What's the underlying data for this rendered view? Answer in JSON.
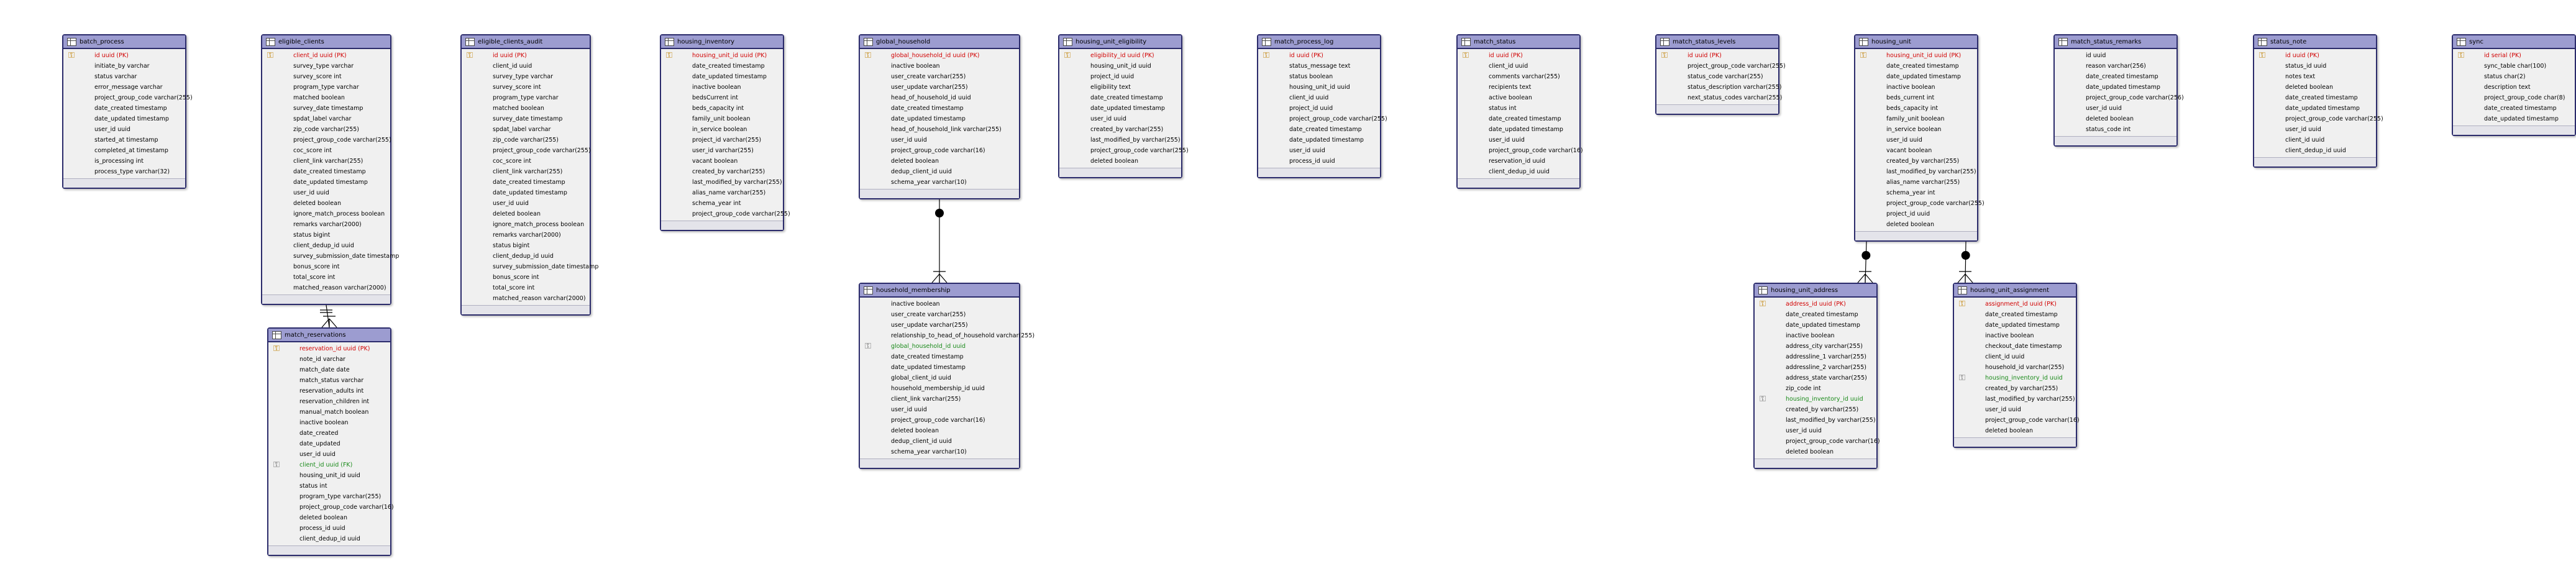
{
  "tables": [
    {
      "id": "batch_process",
      "name": "batch_process",
      "columns": [
        {
          "text": "id uuid (PK)",
          "kind": "pk"
        },
        {
          "text": "initiate_by varchar"
        },
        {
          "text": "status varchar"
        },
        {
          "text": "error_message varchar"
        },
        {
          "text": "project_group_code varchar(255)"
        },
        {
          "text": "date_created timestamp"
        },
        {
          "text": "date_updated timestamp"
        },
        {
          "text": "user_id uuid"
        },
        {
          "text": "started_at timestamp"
        },
        {
          "text": "completed_at timestamp"
        },
        {
          "text": "is_processing int"
        },
        {
          "text": "process_type varchar(32)"
        }
      ]
    },
    {
      "id": "eligible_clients",
      "name": "eligible_clients",
      "columns": [
        {
          "text": "client_id uuid (PK)",
          "kind": "pk"
        },
        {
          "text": "survey_type varchar"
        },
        {
          "text": "survey_score int"
        },
        {
          "text": "program_type varchar"
        },
        {
          "text": "matched boolean"
        },
        {
          "text": "survey_date timestamp"
        },
        {
          "text": "spdat_label varchar"
        },
        {
          "text": "zip_code varchar(255)"
        },
        {
          "text": "project_group_code varchar(255)"
        },
        {
          "text": "coc_score int"
        },
        {
          "text": "client_link varchar(255)"
        },
        {
          "text": "date_created timestamp"
        },
        {
          "text": "date_updated timestamp"
        },
        {
          "text": "user_id uuid"
        },
        {
          "text": "deleted boolean"
        },
        {
          "text": "ignore_match_process boolean"
        },
        {
          "text": "remarks varchar(2000)"
        },
        {
          "text": "status bigint"
        },
        {
          "text": "client_dedup_id uuid"
        },
        {
          "text": "survey_submission_date timestamp"
        },
        {
          "text": "bonus_score int"
        },
        {
          "text": "total_score int"
        },
        {
          "text": "matched_reason varchar(2000)"
        }
      ]
    },
    {
      "id": "eligible_clients_audit",
      "name": "eligible_clients_audit",
      "columns": [
        {
          "text": "id uuid (PK)",
          "kind": "pk"
        },
        {
          "text": "client_id uuid"
        },
        {
          "text": "survey_type varchar"
        },
        {
          "text": "survey_score int"
        },
        {
          "text": "program_type varchar"
        },
        {
          "text": "matched boolean"
        },
        {
          "text": "survey_date timestamp"
        },
        {
          "text": "spdat_label varchar"
        },
        {
          "text": "zip_code varchar(255)"
        },
        {
          "text": "project_group_code varchar(255)"
        },
        {
          "text": "coc_score int"
        },
        {
          "text": "client_link varchar(255)"
        },
        {
          "text": "date_created timestamp"
        },
        {
          "text": "date_updated timestamp"
        },
        {
          "text": "user_id uuid"
        },
        {
          "text": "deleted boolean"
        },
        {
          "text": "ignore_match_process boolean"
        },
        {
          "text": "remarks varchar(2000)"
        },
        {
          "text": "status bigint"
        },
        {
          "text": "client_dedup_id uuid"
        },
        {
          "text": "survey_submission_date timestamp"
        },
        {
          "text": "bonus_score int"
        },
        {
          "text": "total_score int"
        },
        {
          "text": "matched_reason varchar(2000)"
        }
      ]
    },
    {
      "id": "housing_inventory",
      "name": "housing_inventory",
      "columns": [
        {
          "text": "housing_unit_id uuid (PK)",
          "kind": "pk"
        },
        {
          "text": "date_created timestamp"
        },
        {
          "text": "date_updated timestamp"
        },
        {
          "text": "inactive boolean"
        },
        {
          "text": "bedsCurrent int"
        },
        {
          "text": "beds_capacity int"
        },
        {
          "text": "family_unit boolean"
        },
        {
          "text": "in_service boolean"
        },
        {
          "text": "project_id varchar(255)"
        },
        {
          "text": "user_id varchar(255)"
        },
        {
          "text": "vacant boolean"
        },
        {
          "text": "created_by varchar(255)"
        },
        {
          "text": "last_modified_by varchar(255)"
        },
        {
          "text": "alias_name varchar(255)"
        },
        {
          "text": "schema_year int"
        },
        {
          "text": "project_group_code varchar(255)"
        }
      ]
    },
    {
      "id": "global_household",
      "name": "global_household",
      "columns": [
        {
          "text": "global_household_id uuid (PK)",
          "kind": "pk"
        },
        {
          "text": "inactive boolean"
        },
        {
          "text": "user_create varchar(255)"
        },
        {
          "text": "user_update varchar(255)"
        },
        {
          "text": "head_of_household_id uuid"
        },
        {
          "text": "date_created timestamp"
        },
        {
          "text": "date_updated timestamp"
        },
        {
          "text": "head_of_household_link varchar(255)"
        },
        {
          "text": "user_id uuid"
        },
        {
          "text": "project_group_code varchar(16)"
        },
        {
          "text": "deleted boolean"
        },
        {
          "text": "dedup_client_id uuid"
        },
        {
          "text": "schema_year varchar(10)"
        }
      ]
    },
    {
      "id": "housing_unit_eligibility",
      "name": "housing_unit_eligibility",
      "columns": [
        {
          "text": "eligibility_id uuid (PK)",
          "kind": "pk"
        },
        {
          "text": "housing_unit_id uuid"
        },
        {
          "text": "project_id uuid"
        },
        {
          "text": "eligibility text"
        },
        {
          "text": "date_created timestamp"
        },
        {
          "text": "date_updated timestamp"
        },
        {
          "text": "user_id uuid"
        },
        {
          "text": "created_by varchar(255)"
        },
        {
          "text": "last_modified_by varchar(255)"
        },
        {
          "text": "project_group_code varchar(255)"
        },
        {
          "text": "deleted boolean"
        }
      ]
    },
    {
      "id": "match_process_log",
      "name": "match_process_log",
      "columns": [
        {
          "text": "id uuid (PK)",
          "kind": "pk"
        },
        {
          "text": "status_message text"
        },
        {
          "text": "status boolean"
        },
        {
          "text": "housing_unit_id uuid"
        },
        {
          "text": "client_id uuid"
        },
        {
          "text": "project_id uuid"
        },
        {
          "text": "project_group_code varchar(255)"
        },
        {
          "text": "date_created timestamp"
        },
        {
          "text": "date_updated timestamp"
        },
        {
          "text": "user_id uuid"
        },
        {
          "text": "process_id uuid"
        }
      ]
    },
    {
      "id": "match_status",
      "name": "match_status",
      "columns": [
        {
          "text": "id uuid (PK)",
          "kind": "pk"
        },
        {
          "text": "client_id uuid"
        },
        {
          "text": "comments varchar(255)"
        },
        {
          "text": "recipients text"
        },
        {
          "text": "active boolean"
        },
        {
          "text": "status int"
        },
        {
          "text": "date_created timestamp"
        },
        {
          "text": "date_updated timestamp"
        },
        {
          "text": "user_id uuid"
        },
        {
          "text": "project_group_code varchar(16)"
        },
        {
          "text": "reservation_id uuid"
        },
        {
          "text": "client_dedup_id uuid"
        }
      ]
    },
    {
      "id": "match_status_levels",
      "name": "match_status_levels",
      "columns": [
        {
          "text": "id uuid (PK)",
          "kind": "pk"
        },
        {
          "text": "project_group_code varchar(255)"
        },
        {
          "text": "status_code varchar(255)"
        },
        {
          "text": "status_description varchar(255)"
        },
        {
          "text": "next_status_codes varchar(255)"
        }
      ]
    },
    {
      "id": "housing_unit",
      "name": "housing_unit",
      "columns": [
        {
          "text": "housing_unit_id uuid (PK)",
          "kind": "pk"
        },
        {
          "text": "date_created timestamp"
        },
        {
          "text": "date_updated timestamp"
        },
        {
          "text": "inactive boolean"
        },
        {
          "text": "beds_current int"
        },
        {
          "text": "beds_capacity int"
        },
        {
          "text": "family_unit boolean"
        },
        {
          "text": "in_service boolean"
        },
        {
          "text": "user_id uuid"
        },
        {
          "text": "vacant boolean"
        },
        {
          "text": "created_by varchar(255)"
        },
        {
          "text": "last_modified_by varchar(255)"
        },
        {
          "text": "alias_name varchar(255)"
        },
        {
          "text": "schema_year int"
        },
        {
          "text": "project_group_code varchar(255)"
        },
        {
          "text": "project_id uuid"
        },
        {
          "text": "deleted boolean"
        }
      ]
    },
    {
      "id": "match_status_remarks",
      "name": "match_status_remarks",
      "columns": [
        {
          "text": "id uuid"
        },
        {
          "text": "reason varchar(256)"
        },
        {
          "text": "date_created timestamp"
        },
        {
          "text": "date_updated timestamp"
        },
        {
          "text": "project_group_code varchar(256)"
        },
        {
          "text": "user_id uuid"
        },
        {
          "text": "deleted boolean"
        },
        {
          "text": "status_code int"
        }
      ]
    },
    {
      "id": "status_note",
      "name": "status_note",
      "columns": [
        {
          "text": "id uuid (PK)",
          "kind": "pk"
        },
        {
          "text": "status_id uuid"
        },
        {
          "text": "notes text"
        },
        {
          "text": "deleted boolean"
        },
        {
          "text": "date_created timestamp"
        },
        {
          "text": "date_updated timestamp"
        },
        {
          "text": "project_group_code varchar(255)"
        },
        {
          "text": "user_id uuid"
        },
        {
          "text": "client_id uuid"
        },
        {
          "text": "client_dedup_id uuid"
        }
      ]
    },
    {
      "id": "sync",
      "name": "sync",
      "columns": [
        {
          "text": "id serial (PK)",
          "kind": "pk"
        },
        {
          "text": "sync_table char(100)"
        },
        {
          "text": "status char(2)"
        },
        {
          "text": "description text"
        },
        {
          "text": "project_group_code char(8)"
        },
        {
          "text": "date_created timestamp"
        },
        {
          "text": "date_updated timestamp"
        }
      ]
    },
    {
      "id": "match_reservations",
      "name": "match_reservations",
      "columns": [
        {
          "text": "reservation_id uuid (PK)",
          "kind": "pk"
        },
        {
          "text": "note_id varchar"
        },
        {
          "text": "match_date date"
        },
        {
          "text": "match_status varchar"
        },
        {
          "text": "reservation_adults int"
        },
        {
          "text": "reservation_children int"
        },
        {
          "text": "manual_match boolean"
        },
        {
          "text": "inactive boolean"
        },
        {
          "text": "date_created"
        },
        {
          "text": "date_updated"
        },
        {
          "text": "user_id uuid"
        },
        {
          "text": "client_id uuid (FK)",
          "kind": "fk"
        },
        {
          "text": "housing_unit_id uuid"
        },
        {
          "text": "status int"
        },
        {
          "text": "program_type varchar(255)"
        },
        {
          "text": "project_group_code varchar(16)"
        },
        {
          "text": "deleted boolean"
        },
        {
          "text": "process_id uuid"
        },
        {
          "text": "client_dedup_id uuid"
        }
      ]
    },
    {
      "id": "household_membership",
      "name": "household_membership",
      "columns": [
        {
          "text": "inactive boolean"
        },
        {
          "text": "user_create varchar(255)"
        },
        {
          "text": "user_update varchar(255)"
        },
        {
          "text": "relationship_to_head_of_household varchar(255)"
        },
        {
          "text": "global_household_id uuid",
          "kind": "fk"
        },
        {
          "text": "date_created timestamp"
        },
        {
          "text": "date_updated timestamp"
        },
        {
          "text": "global_client_id uuid"
        },
        {
          "text": "household_membership_id uuid"
        },
        {
          "text": "client_link varchar(255)"
        },
        {
          "text": "user_id uuid"
        },
        {
          "text": "project_group_code varchar(16)"
        },
        {
          "text": "deleted boolean"
        },
        {
          "text": "dedup_client_id uuid"
        },
        {
          "text": "schema_year varchar(10)"
        }
      ]
    },
    {
      "id": "housing_unit_address",
      "name": "housing_unit_address",
      "columns": [
        {
          "text": "address_id uuid (PK)",
          "kind": "pk"
        },
        {
          "text": "date_created timestamp"
        },
        {
          "text": "date_updated timestamp"
        },
        {
          "text": "inactive boolean"
        },
        {
          "text": "address_city varchar(255)"
        },
        {
          "text": "addressline_1 varchar(255)"
        },
        {
          "text": "addressline_2 varchar(255)"
        },
        {
          "text": "address_state varchar(255)"
        },
        {
          "text": "zip_code int"
        },
        {
          "text": "housing_inventory_id uuid",
          "kind": "fk"
        },
        {
          "text": "created_by varchar(255)"
        },
        {
          "text": "last_modified_by varchar(255)"
        },
        {
          "text": "user_id uuid"
        },
        {
          "text": "project_group_code varchar(16)"
        },
        {
          "text": "deleted boolean"
        }
      ]
    },
    {
      "id": "housing_unit_assignment",
      "name": "housing_unit_assignment",
      "columns": [
        {
          "text": "assignment_id uuid (PK)",
          "kind": "pk"
        },
        {
          "text": "date_created timestamp"
        },
        {
          "text": "date_updated timestamp"
        },
        {
          "text": "inactive boolean"
        },
        {
          "text": "checkout_date timestamp"
        },
        {
          "text": "client_id uuid"
        },
        {
          "text": "household_id varchar(255)"
        },
        {
          "text": "housing_inventory_id uuid",
          "kind": "fk"
        },
        {
          "text": "created_by varchar(255)"
        },
        {
          "text": "last_modified_by varchar(255)"
        },
        {
          "text": "user_id uuid"
        },
        {
          "text": "project_group_code varchar(16)"
        },
        {
          "text": "deleted boolean"
        }
      ]
    }
  ],
  "relationships": [
    {
      "from": "eligible_clients",
      "to": "match_reservations",
      "style": "one-to-many"
    },
    {
      "from": "global_household",
      "to": "household_membership",
      "style": "optional-many"
    },
    {
      "from": "housing_unit",
      "to": "housing_unit_address",
      "style": "optional-many"
    },
    {
      "from": "housing_unit",
      "to": "housing_unit_assignment",
      "style": "optional-many"
    }
  ],
  "colors": {
    "header": "#9c9cd0",
    "border": "#2b2b6b",
    "pk": "#d10000",
    "fk": "#1a8a1a",
    "body": "#f0f0f0"
  }
}
